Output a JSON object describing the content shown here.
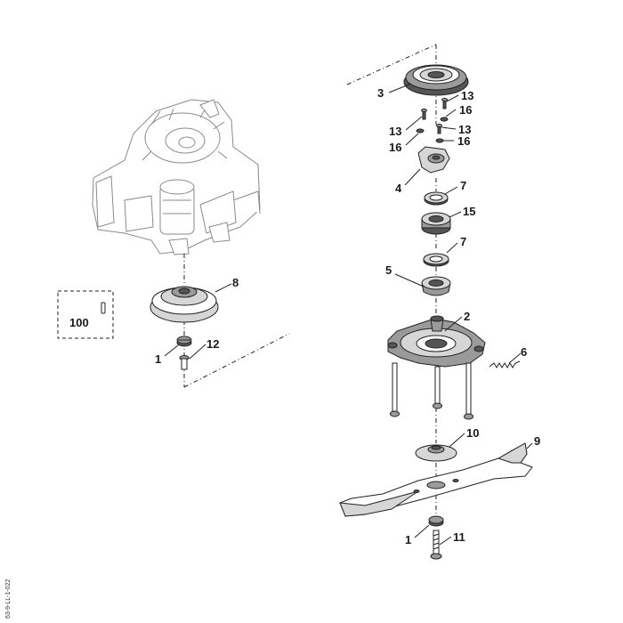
{
  "diagram": {
    "callouts": {
      "c1a": "1",
      "c1b": "1",
      "c2": "2",
      "c3": "3",
      "c4": "4",
      "c5": "5",
      "c6": "6",
      "c7a": "7",
      "c7b": "7",
      "c8": "8",
      "c9": "9",
      "c10": "10",
      "c11": "11",
      "c12": "12",
      "c13a": "13",
      "c13b": "13",
      "c13c": "13",
      "c15": "15",
      "c16a": "16",
      "c16b": "16",
      "c16c": "16",
      "c100": "100"
    },
    "reference_code": "63-9-LL-1-022"
  }
}
